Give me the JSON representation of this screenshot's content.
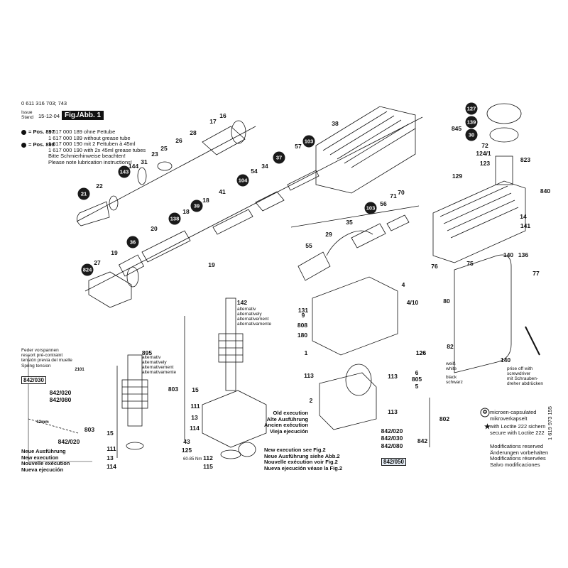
{
  "header": {
    "doc_number": "0 611 316 703; 743",
    "issue_label": "Issue\nStand",
    "issue_date": "15-12-04",
    "fig_label": "Fig./Abb. 1",
    "pos897_label": "= Pos. 897",
    "pos897_note": "1 617 000 189 ohne Fettube\n1 617 000 189 without grease tube",
    "pos898_label": "= Pos. 898",
    "pos898_note": "1 617 000 190 mit 2 Fettuben à 45ml\n1 617 000 190 with 2x 45ml grease tubes\nBitte Schmierhinweise beachten!\nPlease note lubrication instructions!"
  },
  "spring_note": "Feder vorspannen\nressort pré-contraint\ntensión previa del muelle\nSpring tension",
  "spring_ref": "842/030",
  "neue_ausfuhrung": "Neue Ausführung\nNew execution\nNouvelle exécution\nNueva ejecución",
  "alternativ_1": "alternativ\nalternatively\nalternativement\nalternativamente",
  "alternativ_2": "alternativ\nalternatively\nalternativement\nalternativamente",
  "old_execution": "Old execution\nAlte Ausführung\nAncien exécution\nVieja ejecución",
  "new_execution_fig2": "New execution see Fig.2\nNeue Ausführung siehe Abb.2\nNouvelle exécution voir Fig.2\nNueva ejecución véase la Fig.2",
  "prise_off": "prise off with\nscrewdriver\nmit Schrauben-\ndreher abdrücken",
  "wire_colors": {
    "white": "weiß\nwhite",
    "black": "black\nschwarz"
  },
  "nm_label": "60-85 Nm",
  "legend": {
    "micro": "microen-capsulated\nmikroverkapselt",
    "loctite": "with Loctite 222 sichern\nsecure with Loctite 222"
  },
  "modifications": "Modifications reserved\nÄnderungen vorbehalten\nModifications réservées\nSalvo modificaciones",
  "doc_code": "1 619 973 155",
  "disc_labels": [
    "21",
    "143",
    "36",
    "824",
    "138",
    "39",
    "103",
    "104",
    "37",
    "127",
    "139",
    "30",
    "103",
    "126",
    "140",
    "136"
  ],
  "part_labels": [
    "16",
    "17",
    "28",
    "26",
    "25",
    "23",
    "31",
    "144",
    "22",
    "20",
    "19",
    "27",
    "18",
    "18",
    "19",
    "41",
    "54",
    "34",
    "57",
    "38",
    "55",
    "29",
    "35",
    "56",
    "71",
    "70",
    "72",
    "845",
    "124/1",
    "123",
    "823",
    "129",
    "840",
    "14",
    "141",
    "895",
    "842/020",
    "842/080",
    "803",
    "15",
    "111",
    "13",
    "114",
    "142",
    "803",
    "15",
    "13",
    "111",
    "114",
    "43",
    "125",
    "112",
    "115",
    "131",
    "9",
    "808",
    "180",
    "1",
    "4",
    "4/10",
    "80",
    "76",
    "75",
    "77",
    "82",
    "126",
    "6",
    "805",
    "5",
    "2",
    "113",
    "113",
    "113",
    "802",
    "842/020",
    "842/030",
    "842/080",
    "842",
    "842/050",
    "2101",
    "12mm",
    "842/020",
    "140"
  ]
}
